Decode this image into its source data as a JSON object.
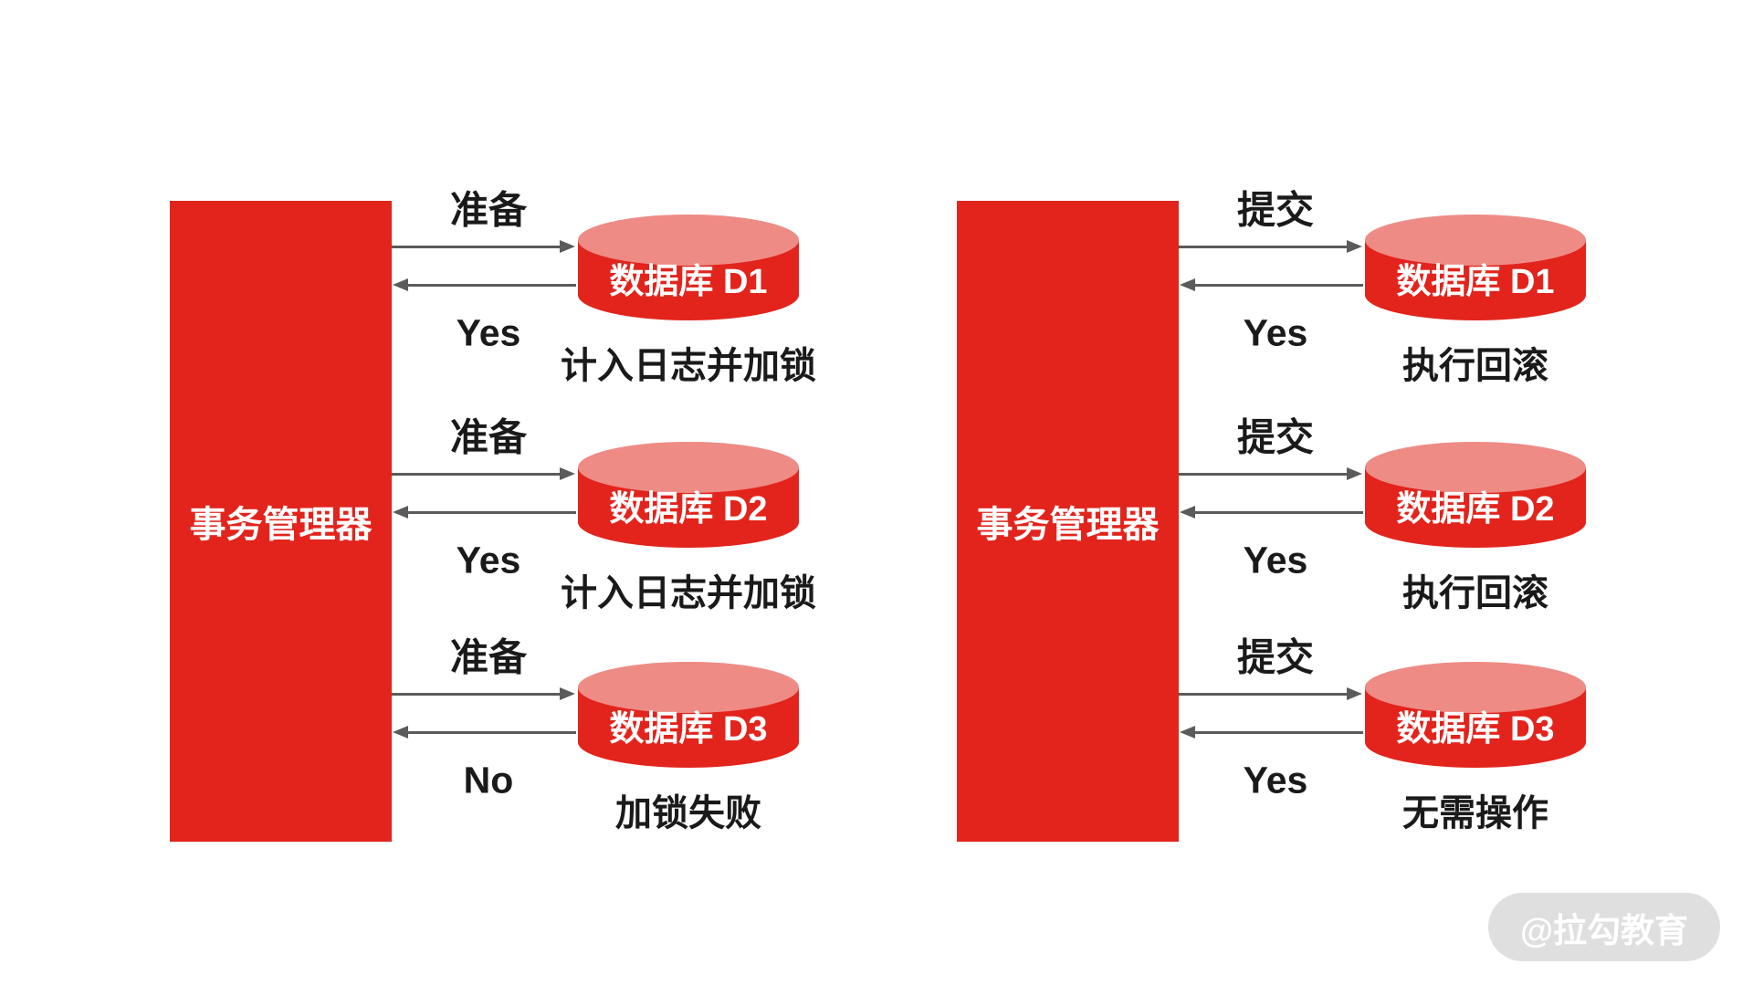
{
  "colors": {
    "brand_red": "#E2241C",
    "cylinder_top": "#EE8B85",
    "arrow_gray": "#5B5B5B",
    "ink": "#1A1A1A",
    "watermark_bg": "#DFDFDF",
    "watermark_text": "#FFFFFF"
  },
  "panels": [
    {
      "manager_label": "事务管理器",
      "rows": [
        {
          "request": "准备",
          "response": "Yes",
          "db": "数据库 D1",
          "note": "计入日志并加锁"
        },
        {
          "request": "准备",
          "response": "Yes",
          "db": "数据库 D2",
          "note": "计入日志并加锁"
        },
        {
          "request": "准备",
          "response": "No",
          "db": "数据库 D3",
          "note": "加锁失败"
        }
      ]
    },
    {
      "manager_label": "事务管理器",
      "rows": [
        {
          "request": "提交",
          "response": "Yes",
          "db": "数据库 D1",
          "note": "执行回滚"
        },
        {
          "request": "提交",
          "response": "Yes",
          "db": "数据库 D2",
          "note": "执行回滚"
        },
        {
          "request": "提交",
          "response": "Yes",
          "db": "数据库 D3",
          "note": "无需操作"
        }
      ]
    }
  ],
  "watermark": {
    "text": "@拉勾教育"
  }
}
